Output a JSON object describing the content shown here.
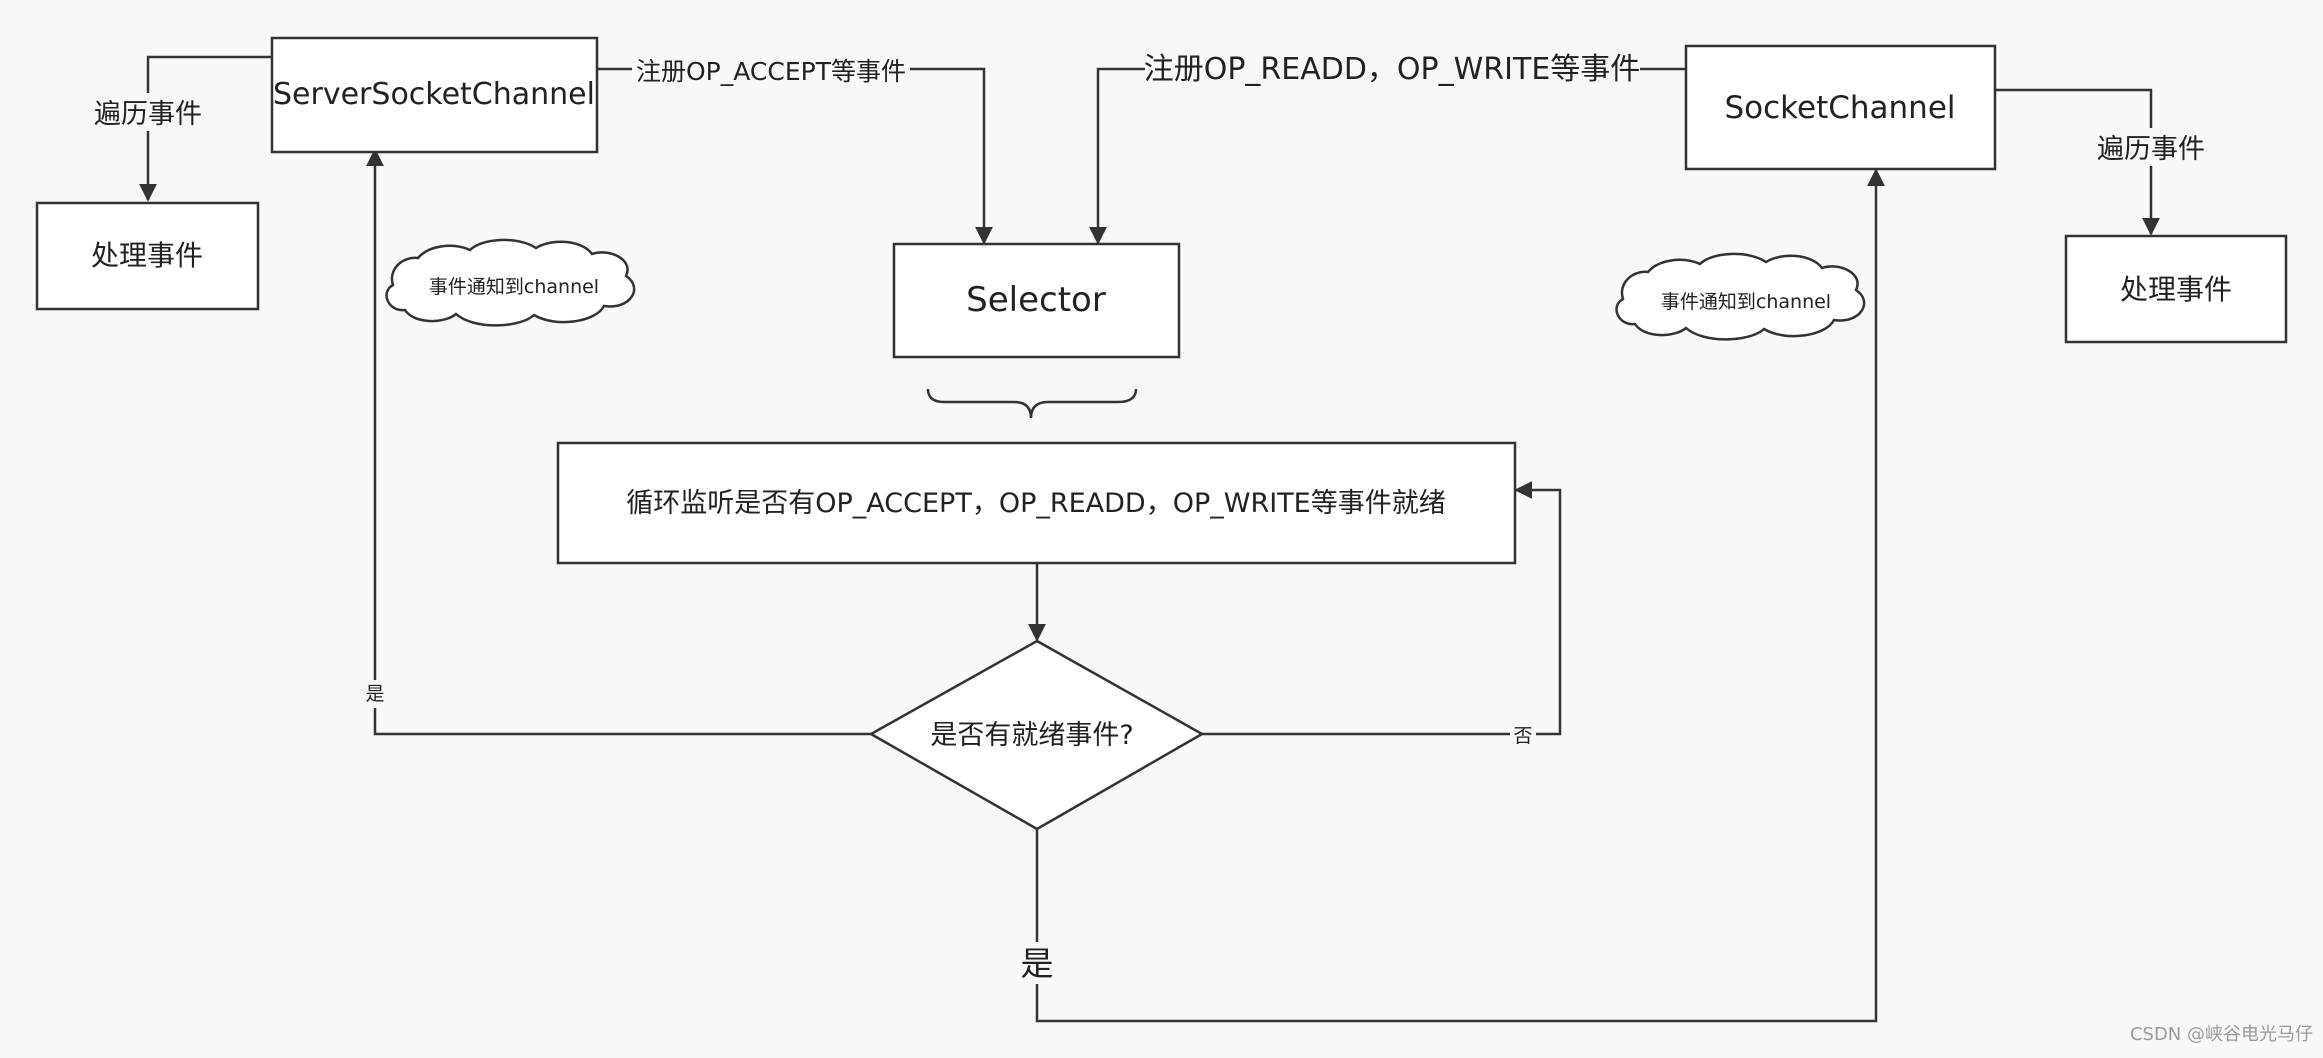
{
  "nodes": {
    "server_socket_channel": "ServerSocketChannel",
    "socket_channel": "SocketChannel",
    "selector": "Selector",
    "handle_event_left": "处理事件",
    "handle_event_right": "处理事件",
    "loop_listen": "循环监听是否有OP_ACCEPT，OP_READD，OP_WRITE等事件就绪",
    "decision": "是否有就绪事件?"
  },
  "edges": {
    "register_accept": "注册OP_ACCEPT等事件",
    "register_read_write": "注册OP_READD，OP_WRITE等事件",
    "traverse_left": "遍历事件",
    "traverse_right": "遍历事件",
    "yes_left": "是",
    "no_right": "否",
    "yes_bottom": "是"
  },
  "clouds": {
    "notify_left": "事件通知到channel",
    "notify_right": "事件通知到channel"
  },
  "watermark": "CSDN @峡谷电光马仔"
}
